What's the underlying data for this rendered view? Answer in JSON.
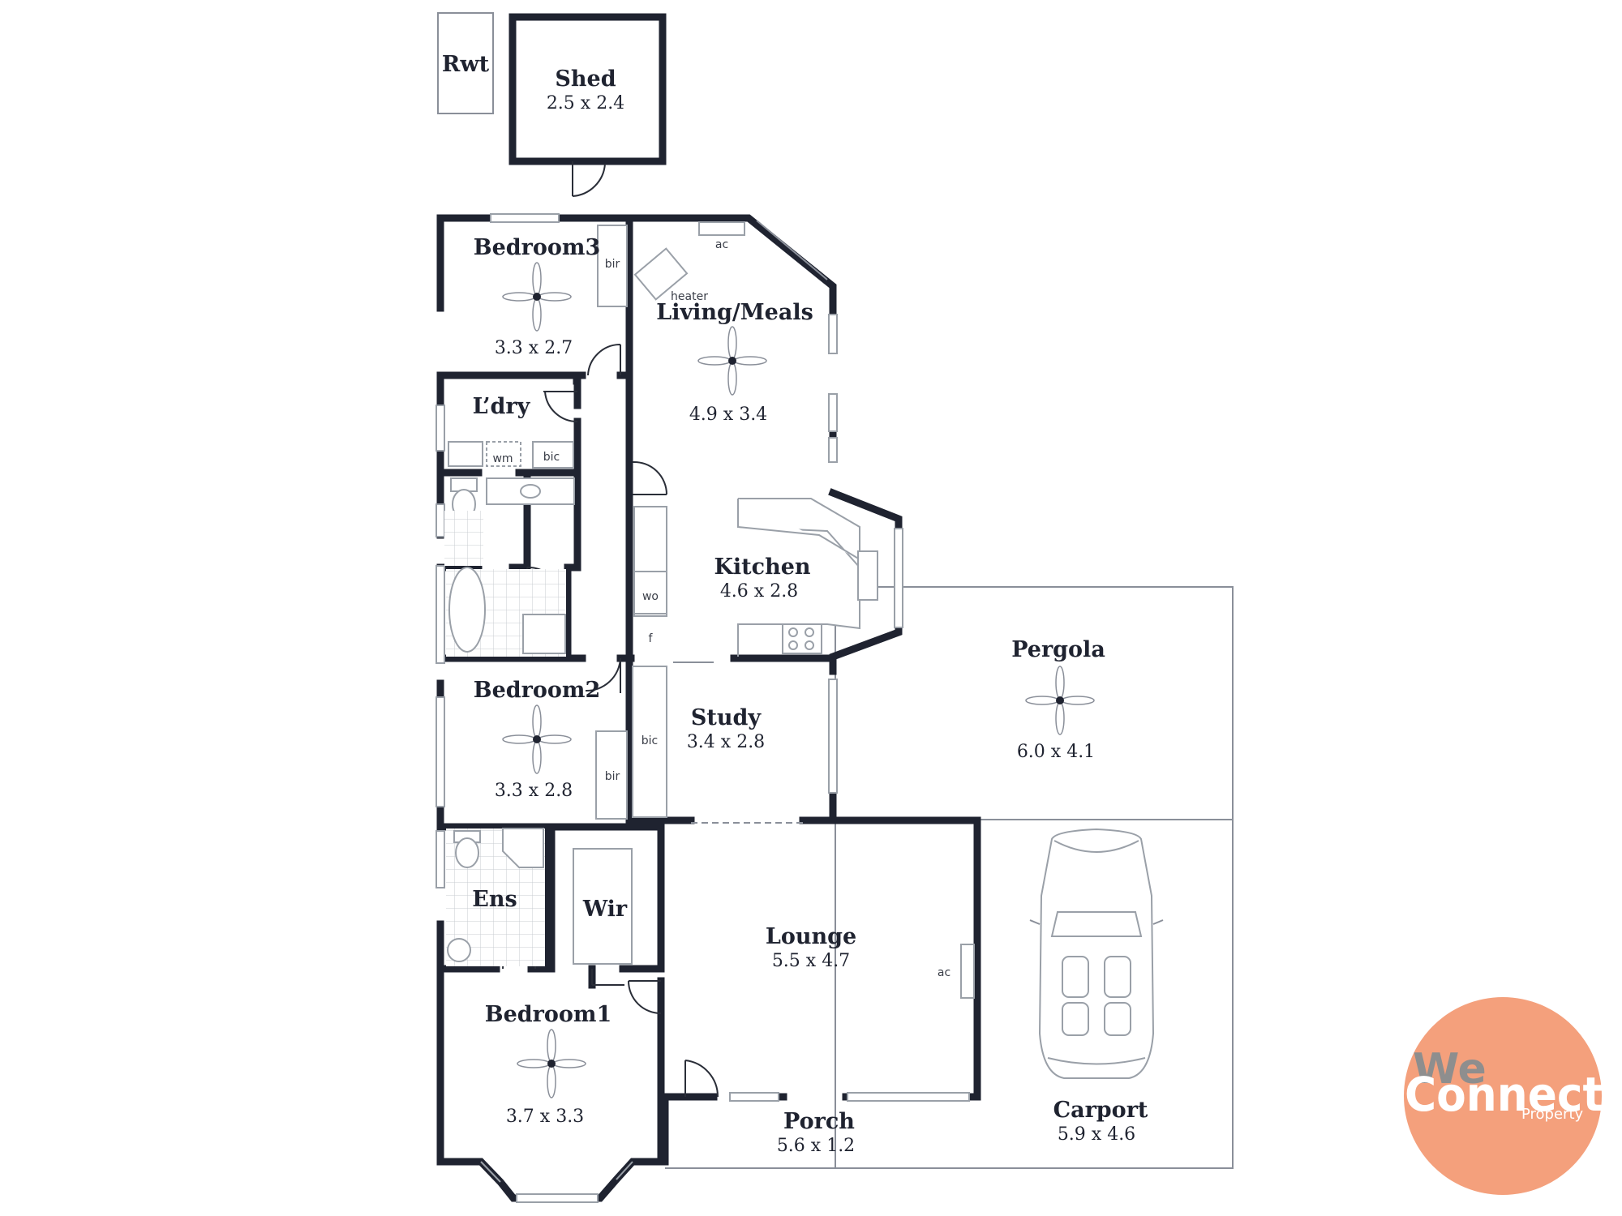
{
  "rooms": {
    "rwt": {
      "name": "Rwt"
    },
    "shed": {
      "name": "Shed",
      "dims": "2.5 x 2.4"
    },
    "bedroom3": {
      "name": "Bedroom3",
      "dims": "3.3 x 2.7"
    },
    "living": {
      "name": "Living/Meals",
      "dims": "4.9 x 3.4"
    },
    "laundry": {
      "name": "L’dry"
    },
    "kitchen": {
      "name": "Kitchen",
      "dims": "4.6 x 2.8"
    },
    "pergola": {
      "name": "Pergola",
      "dims": "6.0 x 4.1"
    },
    "bedroom2": {
      "name": "Bedroom2",
      "dims": "3.3 x 2.8"
    },
    "study": {
      "name": "Study",
      "dims": "3.4 x 2.8"
    },
    "ens": {
      "name": "Ens"
    },
    "wir": {
      "name": "Wir"
    },
    "lounge": {
      "name": "Lounge",
      "dims": "5.5 x 4.7"
    },
    "bedroom1": {
      "name": "Bedroom1",
      "dims": "3.7 x 3.3"
    },
    "porch": {
      "name": "Porch",
      "dims": "5.6 x 1.2"
    },
    "carport": {
      "name": "Carport",
      "dims": "5.9 x 4.6"
    }
  },
  "fixtures": {
    "bir": "bir",
    "ac": "ac",
    "heater": "heater",
    "wm": "wm",
    "bic": "bic",
    "wo": "wo",
    "f": "f"
  },
  "logo": {
    "line1": "We",
    "line2": "Connect",
    "line3": "Property",
    "color": "#f4a07c"
  },
  "icons": [
    "ceiling-fan-icon",
    "car-icon",
    "toilet-icon",
    "bath-icon",
    "sink-icon",
    "cooktop-icon",
    "shower-icon"
  ]
}
